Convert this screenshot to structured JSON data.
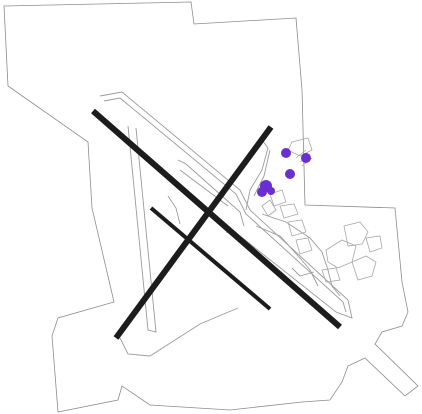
{
  "map": {
    "colors": {
      "background": "#ffffff",
      "boundary": "#8c8c8c",
      "taxiway": "#9a9a9a",
      "building": "#a8a8a8",
      "runway": "#1c1c1c",
      "marker": "#6a2fd0"
    },
    "runway_count": 3,
    "marker_count": 6,
    "icons": [
      "parking-position-marker"
    ]
  }
}
